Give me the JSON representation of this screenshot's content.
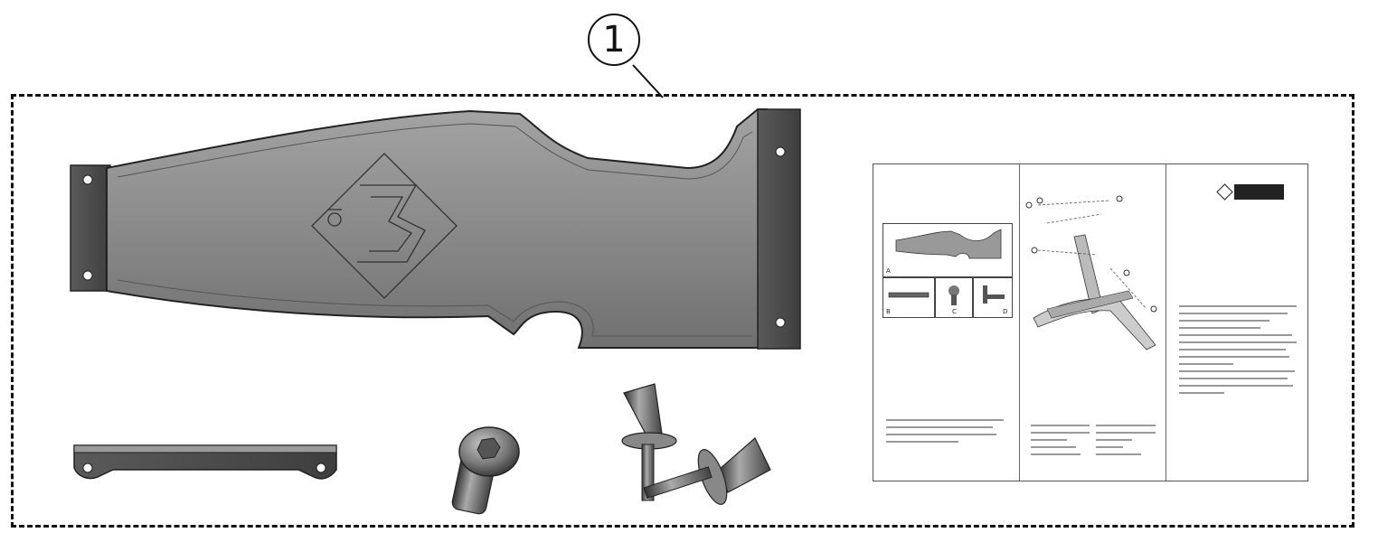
{
  "callout": {
    "label": "1"
  },
  "manual": {
    "title": "",
    "box_labels": {
      "a": "A",
      "b": "B",
      "c": "C",
      "d": "D"
    },
    "brand": "",
    "install_heading": "",
    "parts_heading": ""
  },
  "colors": {
    "metal_body": "#8c8c8c",
    "metal_dark": "#4e4e4e",
    "outline": "#111111",
    "frame": "#111111"
  }
}
